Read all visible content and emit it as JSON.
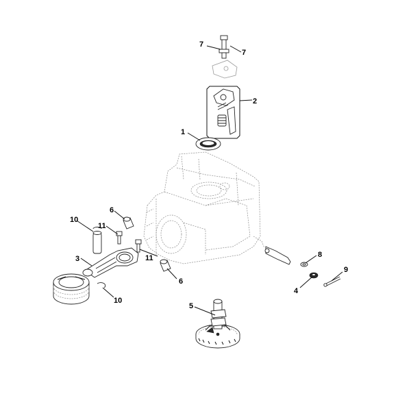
{
  "diagram": {
    "callouts": {
      "c1": "1",
      "c2": "2",
      "c3": "3",
      "c4": "4",
      "c5": "5",
      "c6a": "6",
      "c6b": "6",
      "c7a": "7",
      "c7b": "7",
      "c8": "8",
      "c9": "9",
      "c10a": "10",
      "c10b": "10",
      "c11a": "11",
      "c11b": "11"
    }
  }
}
